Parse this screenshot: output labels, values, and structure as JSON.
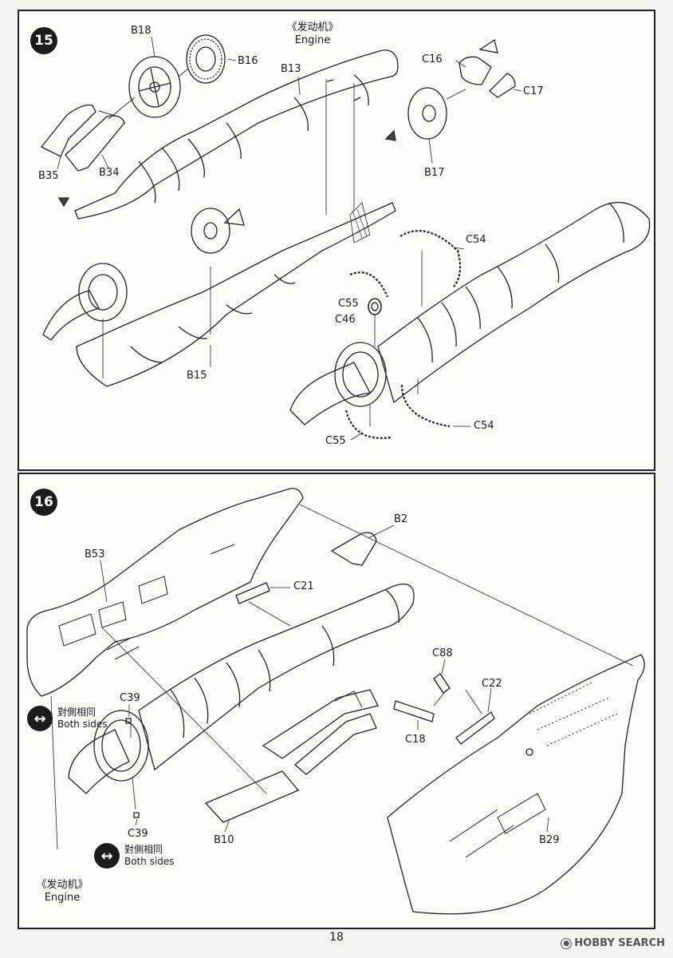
{
  "step15": {
    "number": "15",
    "engine_cn": "《发动机》",
    "engine_en": "Engine",
    "labels": {
      "B18": "B18",
      "B16": "B16",
      "B13": "B13",
      "C16": "C16",
      "C17": "C17",
      "B35": "B35",
      "B34": "B34",
      "B17": "B17",
      "C54_top": "C54",
      "C55_top": "C55",
      "C46": "C46",
      "B15": "B15",
      "C55_bottom": "C55",
      "C54_bottom": "C54"
    }
  },
  "step16": {
    "number": "16",
    "labels": {
      "B2": "B2",
      "B53": "B53",
      "C21": "C21",
      "C88": "C88",
      "C22": "C22",
      "C39_top": "C39",
      "C18": "C18",
      "C39_bottom": "C39",
      "B10": "B10",
      "B29": "B29"
    },
    "both_sides_top": {
      "cn": "對側相同",
      "en": "Both sides"
    },
    "both_sides_bottom": {
      "cn": "對側相同",
      "en": "Both sides"
    },
    "engine_cn": "《发动机》",
    "engine_en": "Engine"
  },
  "page_number": "18",
  "watermark": "HOBBY SEARCH"
}
